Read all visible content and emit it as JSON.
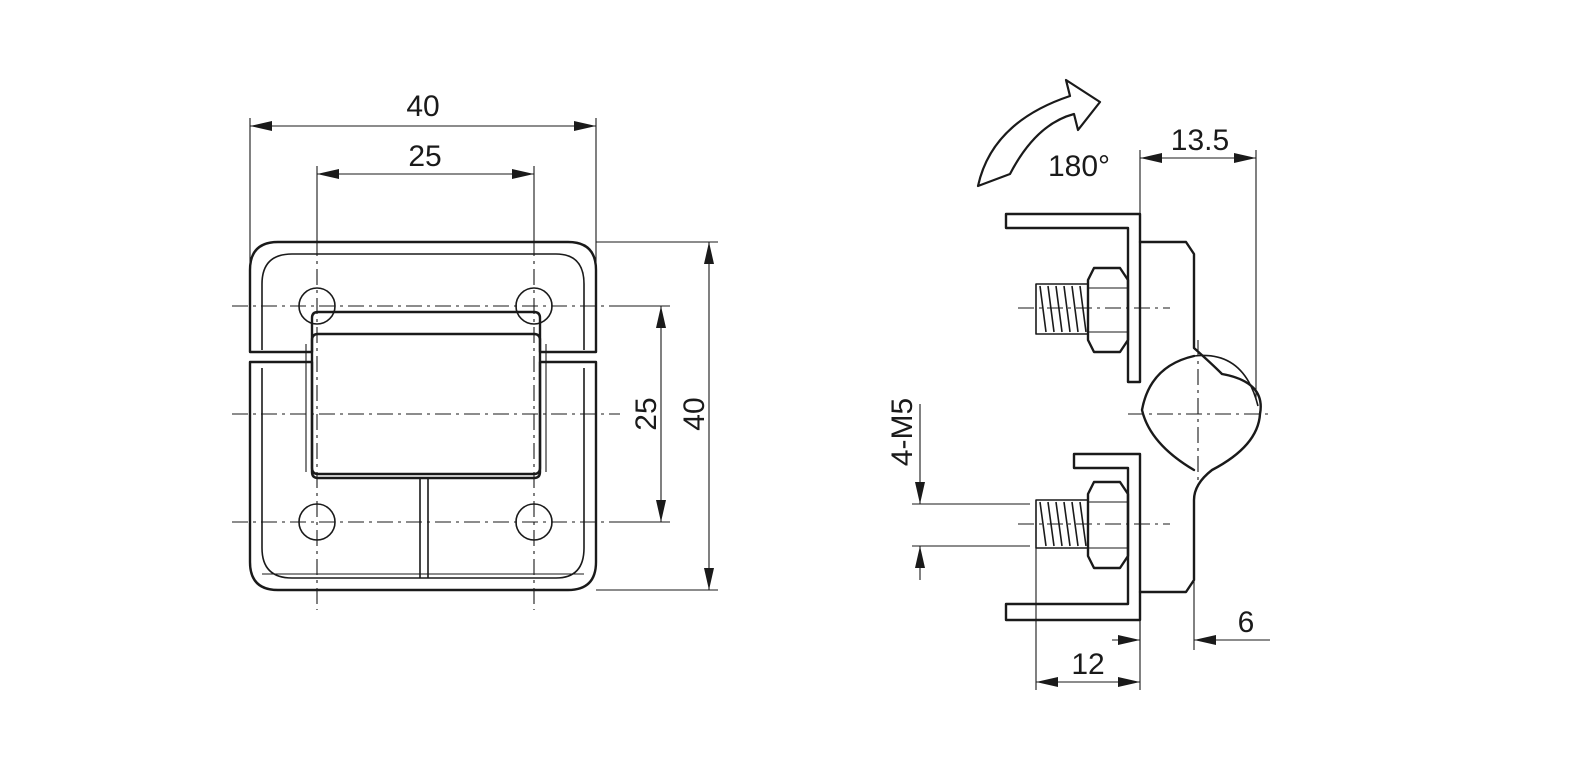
{
  "drawing": {
    "colors": {
      "line": "#1a1a1a",
      "background": "#ffffff"
    },
    "front_view": {
      "overall_width": "40",
      "hole_spacing_horizontal": "25",
      "hole_spacing_vertical": "25",
      "overall_height": "40"
    },
    "side_view": {
      "rotation_angle": "180°",
      "hinge_projection": "13.5",
      "thread_callout": "4-M5",
      "plate_offset": "6",
      "screw_projection": "12"
    }
  }
}
